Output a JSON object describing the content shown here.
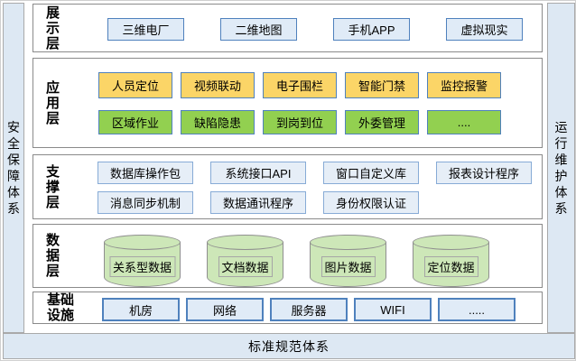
{
  "pillars": {
    "left": "安全保障体系",
    "right": "运行维护体系",
    "bottom": "标准规范体系"
  },
  "layers": {
    "presentation": {
      "label": "展示层",
      "row1": [
        "三维电厂",
        "二维地图",
        "手机APP",
        "虚拟现实"
      ]
    },
    "application": {
      "label": "应用层",
      "row1": [
        "人员定位",
        "视频联动",
        "电子围栏",
        "智能门禁",
        "监控报警"
      ],
      "row2": [
        "区域作业",
        "缺陷隐患",
        "到岗到位",
        "外委管理",
        "...."
      ]
    },
    "support": {
      "label": "支撑层",
      "row1": [
        "数据库操作包",
        "系统接口API",
        "窗口自定义库",
        "报表设计程序"
      ],
      "row2": [
        "消息同步机制",
        "数据通讯程序",
        "身份权限认证"
      ]
    },
    "data": {
      "label": "数据层",
      "cylinders": [
        "关系型数据",
        "文档数据",
        "图片数据",
        "定位数据"
      ]
    },
    "infrastructure": {
      "label": "基础设施",
      "row1": [
        "机房",
        "网络",
        "服务器",
        "WIFI",
        "....."
      ]
    }
  },
  "colors": {
    "app_yellow": "#fbd567",
    "app_green": "#92d050",
    "box_blue_fill": "#e0ebf7",
    "box_blue_border": "#4f81bd",
    "cylinder_green": "#cde7b8",
    "pillar_blue": "#dde8f3"
  }
}
